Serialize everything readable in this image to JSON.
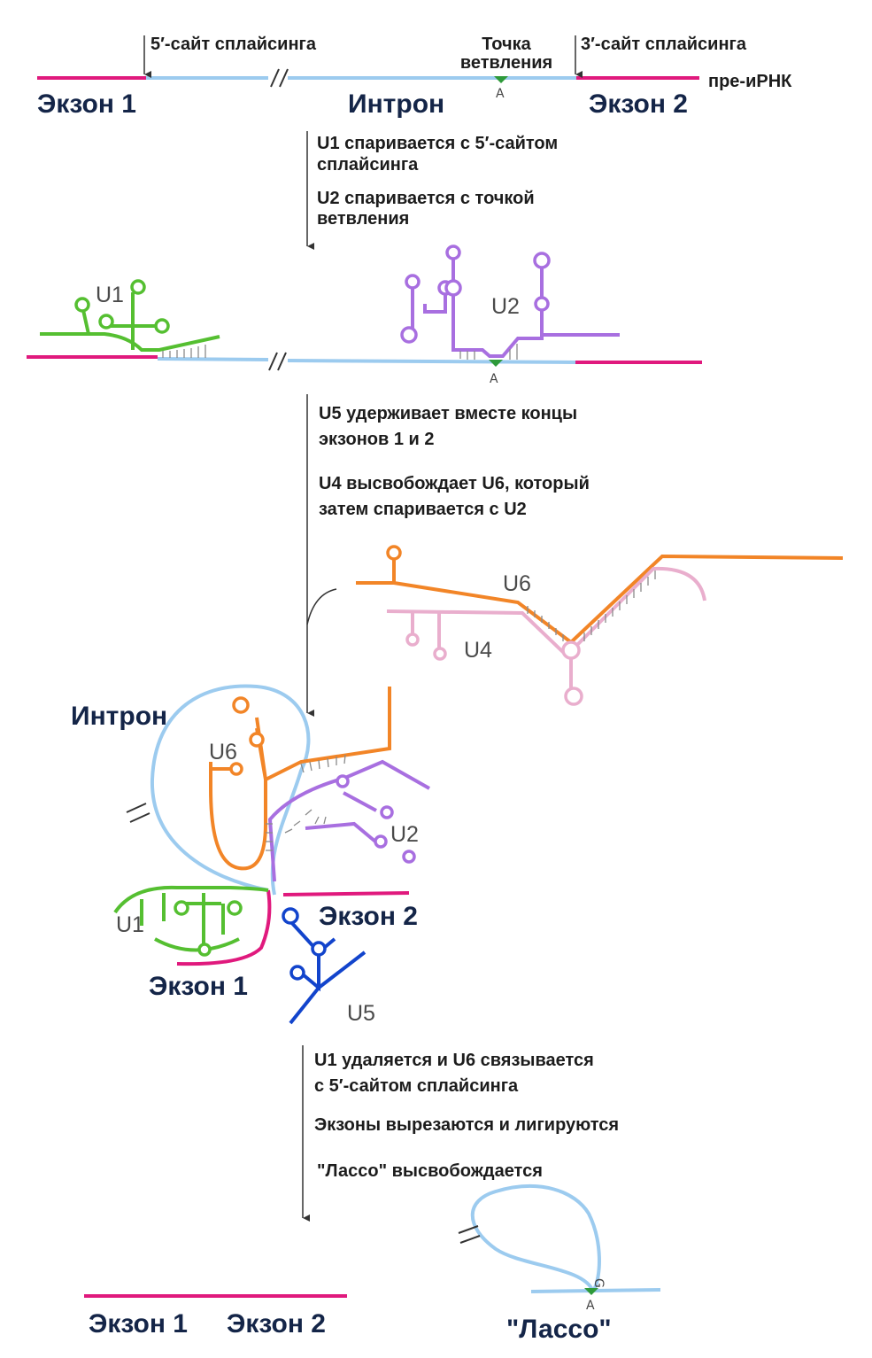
{
  "stage1": {
    "site5": "5′-сайт сплайсинга",
    "branch_line1": "Точка",
    "branch_line2": "ветвления",
    "site3": "3′-сайт сплайсинга",
    "exon1": "Экзон 1",
    "intron": "Интрон",
    "exon2": "Экзон 2",
    "pre_mrna": "пре-иРНК",
    "base_a": "A"
  },
  "step1": {
    "line1": "U1 спаривается с 5′-сайтом",
    "line2": "сплайсинга",
    "line3": "U2 спаривается с точкой",
    "line4": "ветвления"
  },
  "stage2": {
    "u1": "U1",
    "u2": "U2",
    "base_a": "A"
  },
  "step2": {
    "line1": "U5 удерживает вместе концы",
    "line2": "экзонов 1 и 2",
    "line3": "U4 высвобождает U6, который",
    "line4": "затем спаривается с U2"
  },
  "u4u6": {
    "u6": "U6",
    "u4": "U4"
  },
  "spliceosome": {
    "intron": "Интрон",
    "u6": "U6",
    "u2": "U2",
    "u1": "U1",
    "exon2": "Экзон 2",
    "exon1": "Экзон 1",
    "u5": "U5"
  },
  "step3": {
    "line1": "U1 удаляется и U6 связывается",
    "line2": "с 5′-сайтом сплайсинга",
    "line3": "Экзоны вырезаются и лигируются",
    "line4": "\"Лассо\" высвобождается"
  },
  "result": {
    "exon1": "Экзон 1",
    "exon2": "Экзон 2",
    "lariat": "\"Лассо\"",
    "base_g": "G",
    "base_a": "A"
  },
  "colors": {
    "exon": "#e0197d",
    "intron": "#9ccbef",
    "u1": "#55bf31",
    "u2": "#a86fe0",
    "u6": "#f28527",
    "u4": "#e9aecd",
    "u5": "#1244cc",
    "branch_point": "#2e9a3a"
  }
}
